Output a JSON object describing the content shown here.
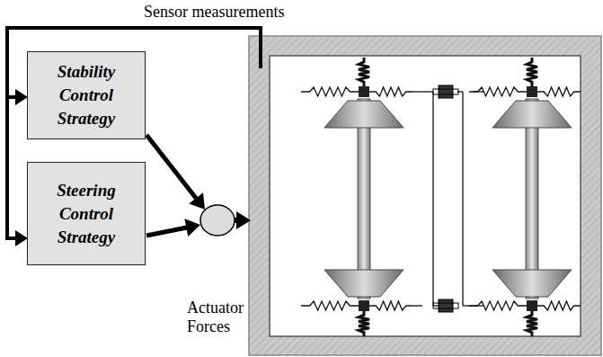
{
  "diagram": {
    "nodes": [
      {
        "text": [
          "Stability Control Strategy"
        ]
      },
      {
        "text": [
          "Steering Control Strategy"
        ]
      }
    ],
    "labels": [
      "Sensor measurements",
      "Actuator Forces"
    ]
  }
}
